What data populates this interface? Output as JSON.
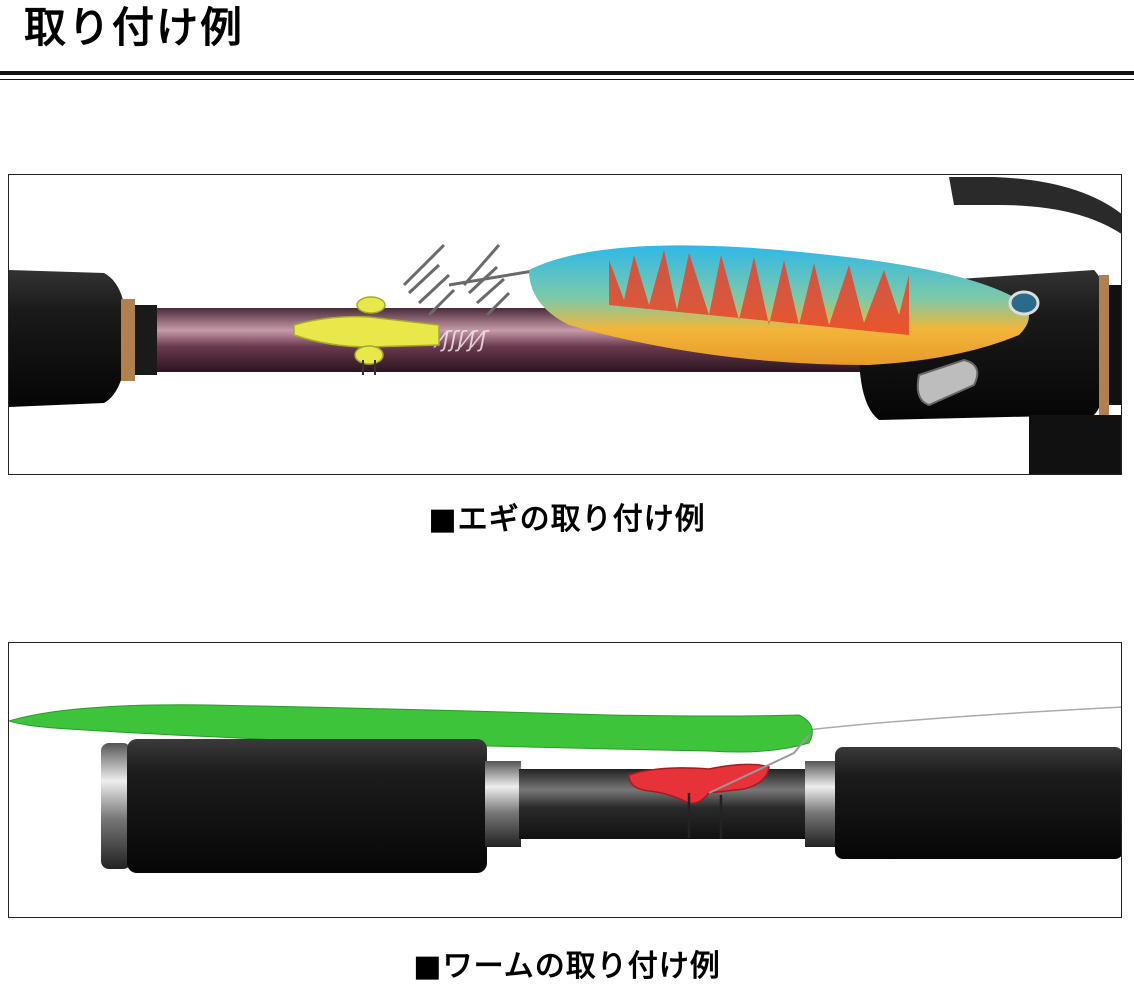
{
  "page": {
    "title": "取り付け例"
  },
  "figures": [
    {
      "caption": "■エギの取り付け例"
    },
    {
      "caption": "■ワームの取り付け例"
    }
  ],
  "colors": {
    "rule": "#111111",
    "egi_body": "#3ab0d8",
    "worm": "#3ec43a",
    "holder_yellow": "#e8e84a",
    "holder_red": "#e8323a"
  }
}
